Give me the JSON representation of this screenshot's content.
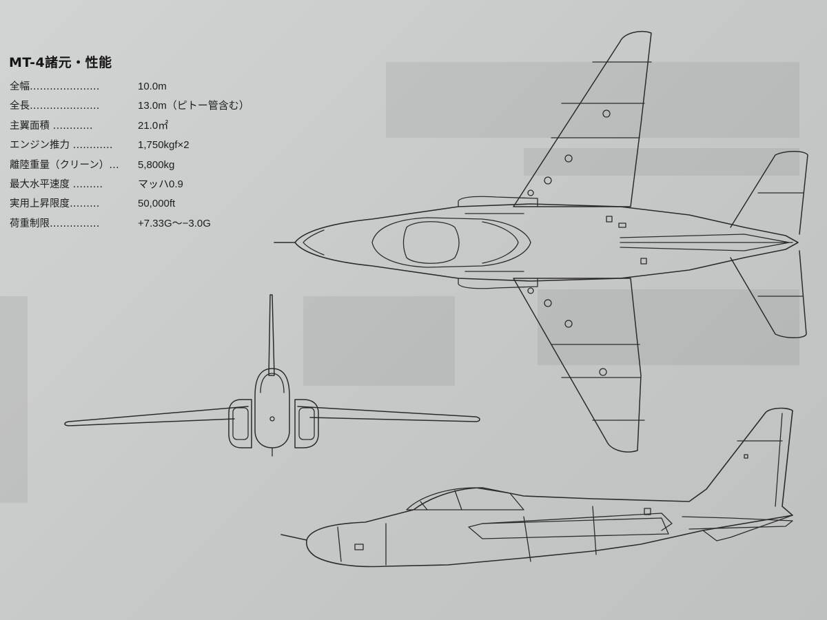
{
  "spec_sheet": {
    "title": "MT-4諸元・性能",
    "rows": [
      {
        "label": "全幅…………………",
        "value": "10.0m"
      },
      {
        "label": "全長…………………",
        "value": "13.0m（ピトー管含む）"
      },
      {
        "label": "主翼面積 …………",
        "value": "21.0㎡"
      },
      {
        "label": "エンジン推力 …………",
        "value": "1,750kgf×2"
      },
      {
        "label": "離陸重量（クリーン）…",
        "value": "5,800kg"
      },
      {
        "label": "最大水平速度 ………",
        "value": "マッハ0.9"
      },
      {
        "label": "実用上昇限度………",
        "value": "50,000ft"
      },
      {
        "label": "荷重制限……………",
        "value": "+7.33G〜−3.0G"
      }
    ]
  },
  "colors": {
    "paper": "#c9cbcb",
    "ink": "#1a1a1a",
    "line_art": "#2a2a2a"
  }
}
